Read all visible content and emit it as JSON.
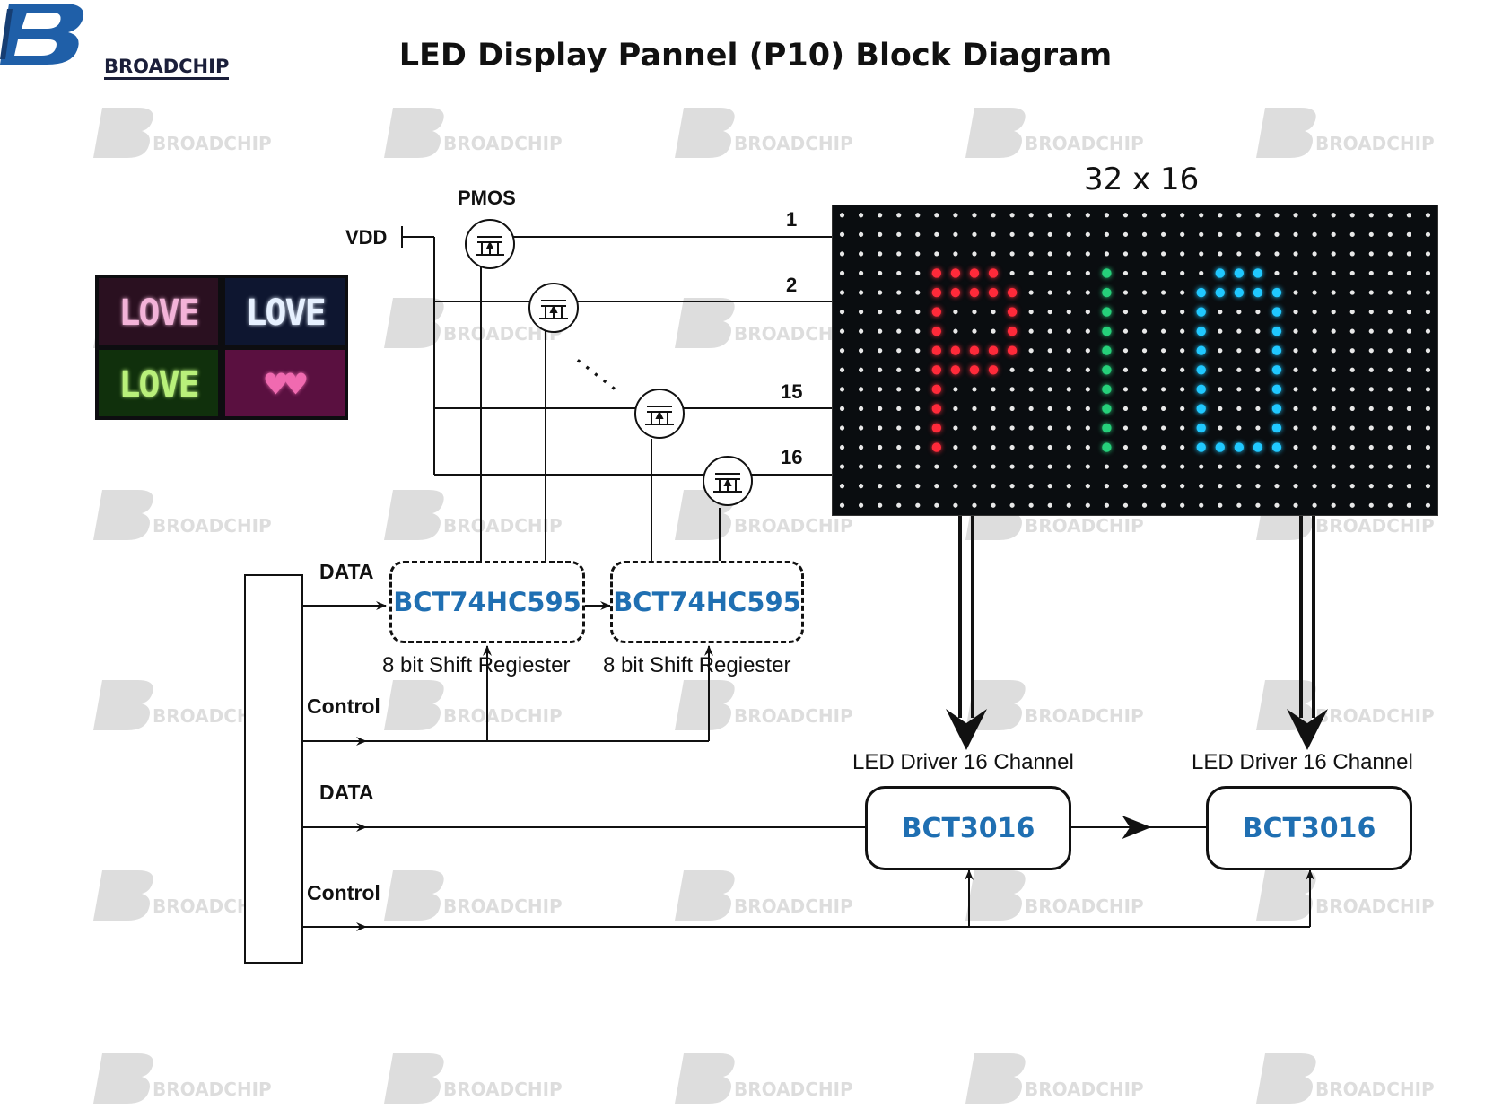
{
  "title": "LED Display Pannel (P10) Block Diagram",
  "brand": {
    "name": "BROADCHIP",
    "color": "#1f5fa8"
  },
  "watermark": {
    "text": "BROADCHIP"
  },
  "panel": {
    "resolution_label": "32 x 16",
    "letters": [
      {
        "char": "P",
        "color": "#ff2a3a"
      },
      {
        "char": "1",
        "color": "#26d07a"
      },
      {
        "char": "0",
        "color": "#20c8ff"
      }
    ]
  },
  "thumbnails": [
    {
      "text": "LOVE",
      "color": "#f3b3d8",
      "bg": "#2a1020"
    },
    {
      "text": "LOVE",
      "color": "#e6f0ff",
      "bg": "#0e1630"
    },
    {
      "text": "LOVE",
      "color": "#b9f07a",
      "bg": "#10300c"
    },
    {
      "text": "♥♥",
      "color": "#f06ab0",
      "bg": "#5a1040"
    }
  ],
  "power": {
    "vdd_label": "VDD",
    "pmos_label": "PMOS"
  },
  "rows": [
    "1",
    "2",
    "15",
    "16"
  ],
  "row_ellipsis": ". . . . .",
  "shift_registers": [
    {
      "name": "BCT74HC595",
      "caption": "8 bit Shift Regiester"
    },
    {
      "name": "BCT74HC595",
      "caption": "8 bit Shift Regiester"
    }
  ],
  "drivers": [
    {
      "name": "BCT3016",
      "caption": "LED Driver 16 Channel"
    },
    {
      "name": "BCT3016",
      "caption": "LED Driver 16 Channel"
    }
  ],
  "signals": {
    "data_top": "DATA",
    "control_top": "Control",
    "data_bottom": "DATA",
    "control_bottom": "Control"
  },
  "colors": {
    "chip_text": "#1f6fb2",
    "line": "#111111"
  }
}
